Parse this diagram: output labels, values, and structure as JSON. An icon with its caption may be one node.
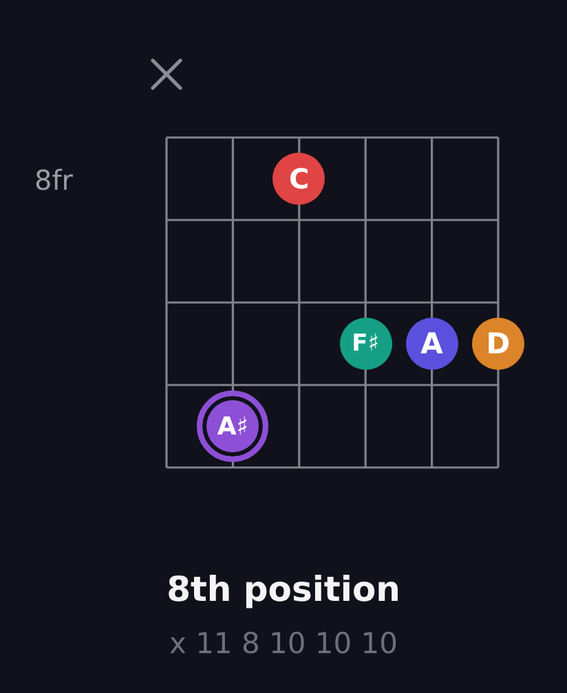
{
  "diagram": {
    "title": "8th position",
    "nodes": [
      {
        "text": [
          "C"
        ]
      },
      {
        "text": [
          "F♯"
        ]
      },
      {
        "text": [
          "A"
        ]
      },
      {
        "text": [
          "D"
        ]
      },
      {
        "text": [
          "A♯"
        ]
      }
    ],
    "labels": [
      "8fr",
      "x 11 8 10 10 10"
    ]
  }
}
